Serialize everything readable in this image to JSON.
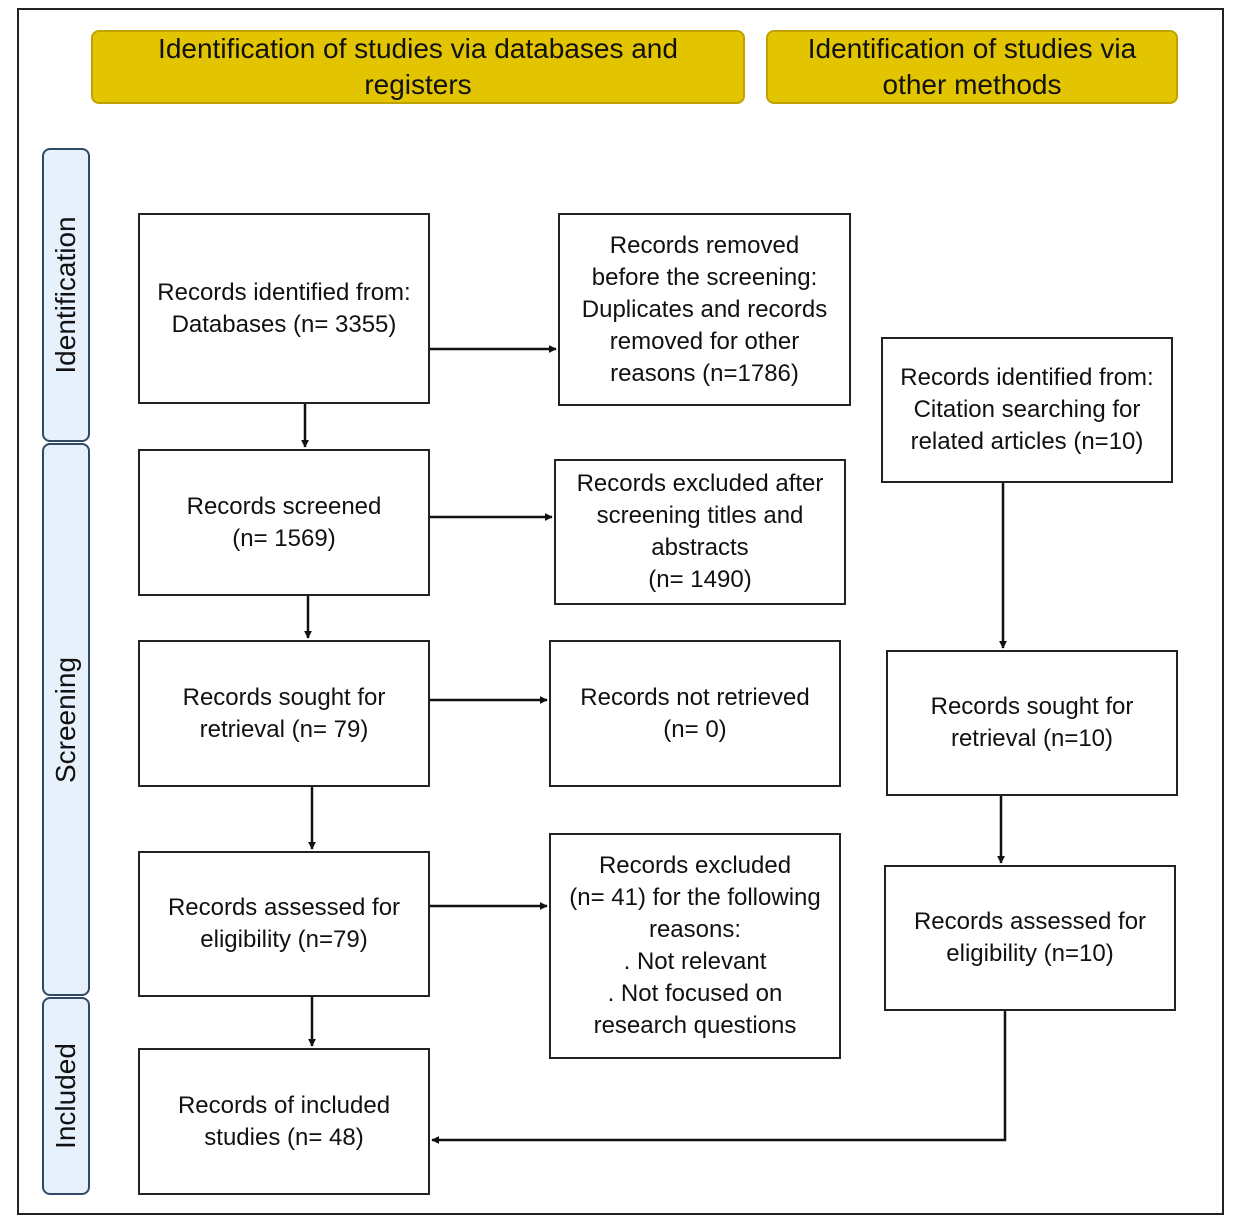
{
  "headers": {
    "databases": "Identification of studies via databases and registers",
    "other": "Identification of studies via other methods"
  },
  "stages": {
    "identification": "Identification",
    "screening": "Screening",
    "included": "Included"
  },
  "boxes": {
    "identified_db": [
      "Records identified from:",
      "Databases (n= 3355)"
    ],
    "removed": [
      "Records removed",
      "before the screening:",
      "Duplicates and records",
      "removed for other",
      "reasons (n=1786)"
    ],
    "screened": [
      "Records screened",
      "(n= 1569)"
    ],
    "excluded_titles": [
      "Records excluded after",
      "screening titles and",
      "abstracts",
      "(n= 1490)"
    ],
    "sought_db": [
      "Records sought for",
      "retrieval (n= 79)"
    ],
    "not_retrieved": [
      "Records not retrieved",
      "(n= 0)"
    ],
    "assessed_db": [
      "Records assessed for",
      "eligibility (n=79)"
    ],
    "excluded_reasons": [
      "Records excluded",
      "(n= 41) for the following",
      "reasons:",
      ". Not relevant",
      ". Not focused on",
      "research questions"
    ],
    "included": [
      "Records of included",
      "studies (n= 48)"
    ],
    "identified_other": [
      "Records identified from:",
      "Citation searching for",
      "related articles (n=10)"
    ],
    "sought_other": [
      "Records sought for",
      "retrieval (n=10)"
    ],
    "assessed_other": [
      "Records assessed for",
      "eligibility (n=10)"
    ]
  },
  "colors": {
    "banner": "#e3c400",
    "stage_fill": "#e6f1fb",
    "stage_border": "#2f4a66"
  }
}
